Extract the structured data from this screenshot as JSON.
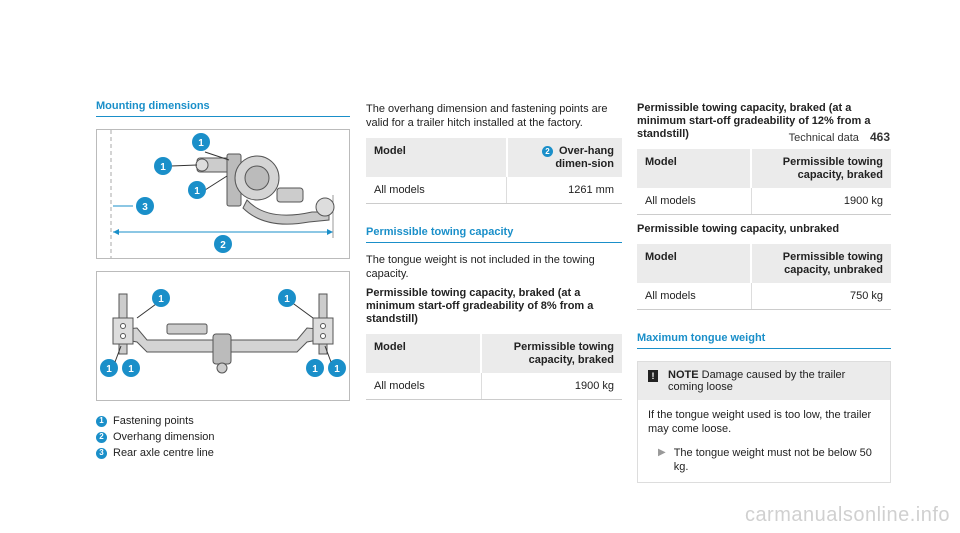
{
  "header": {
    "section": "Technical data",
    "page": "463"
  },
  "col1": {
    "title": "Mounting dimensions",
    "fig1_badges": [
      "1",
      "1",
      "1",
      "3",
      "2"
    ],
    "fig2_badges": [
      "1",
      "1",
      "1",
      "1",
      "1",
      "1"
    ],
    "legend": [
      {
        "num": "1",
        "text": "Fastening points"
      },
      {
        "num": "2",
        "text": "Overhang dimension"
      },
      {
        "num": "3",
        "text": "Rear axle centre line"
      }
    ]
  },
  "col2": {
    "intro": "The overhang dimension and fastening points are valid for a trailer hitch installed at the factory.",
    "table1": {
      "head_model": "Model",
      "head_badge": "2",
      "head_value": "Over-hang dimen-sion",
      "row_model": "All models",
      "row_value": "1261 mm"
    },
    "section_title": "Permissible towing capacity",
    "para": "The tongue weight is not included in the towing capacity.",
    "bold": "Permissible towing capacity, braked (at a minimum start-off gradeability of 8% from a standstill)",
    "table2": {
      "head_model": "Model",
      "head_value": "Permissible towing capacity, braked",
      "row_model": "All models",
      "row_value": "1900 kg"
    }
  },
  "col3": {
    "bold1": "Permissible towing capacity, braked (at a minimum start-off gradeability of 12% from a standstill)",
    "table1": {
      "head_model": "Model",
      "head_value": "Permissible towing capacity, braked",
      "row_model": "All models",
      "row_value": "1900 kg"
    },
    "bold2": "Permissible towing capacity, unbraked",
    "table2": {
      "head_model": "Model",
      "head_value": "Permissible towing capacity, unbraked",
      "row_model": "All models",
      "row_value": "750 kg"
    },
    "section_title": "Maximum tongue weight",
    "note": {
      "icon": "!",
      "label": "NOTE",
      "heading": "Damage caused by the trailer coming loose",
      "body": "If the tongue weight used is too low, the trailer may come loose.",
      "step": "The tongue weight must not be below 50 kg."
    }
  },
  "watermark": "carmanualsonline.info"
}
